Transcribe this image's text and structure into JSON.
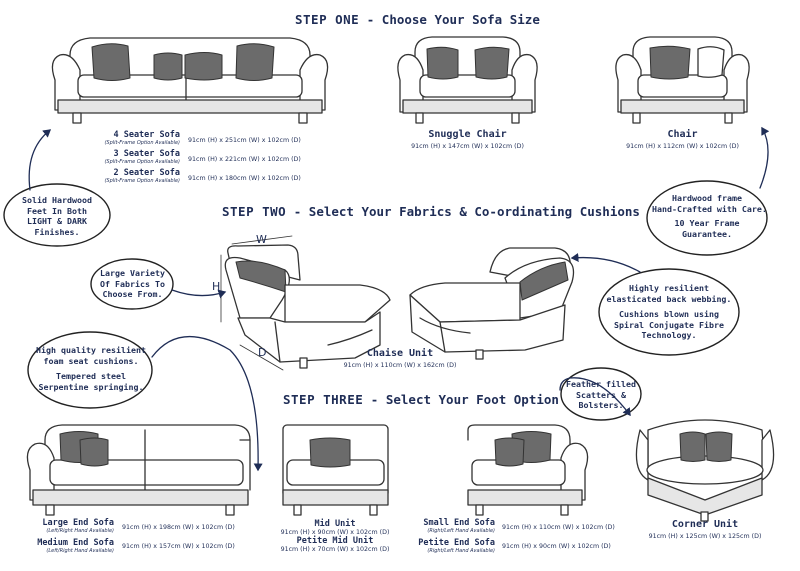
{
  "steps": {
    "one": {
      "label": "STEP ONE",
      "title": "- Choose Your Sofa Size"
    },
    "two": {
      "label": "STEP TWO",
      "title": "- Select Your Fabrics & Co-ordinating Cushions"
    },
    "three": {
      "label": "STEP THREE",
      "title": "- Select Your Foot Option"
    }
  },
  "sofas": {
    "four": {
      "name": "4 Seater Sofa",
      "sub": "(Split-Frame Option Available)",
      "dims": "91cm (H) x 251cm (W) x 102cm (D)"
    },
    "three": {
      "name": "3 Seater Sofa",
      "sub": "(Split-Frame Option Available)",
      "dims": "91cm (H) x 221cm (W) x 102cm (D)"
    },
    "two": {
      "name": "2 Seater Sofa",
      "sub": "(Split-Frame Option Available)",
      "dims": "91cm (H) x 180cm (W) x 102cm (D)"
    },
    "snuggle": {
      "name": "Snuggle Chair",
      "dims": "91cm (H) x 147cm (W) x 102cm (D)"
    },
    "chair": {
      "name": "Chair",
      "dims": "91cm (H) x 112cm (W) x 102cm (D)"
    },
    "chaise": {
      "name": "Chaise Unit",
      "dims": "91cm (H) x 110cm (W) x 162cm (D)"
    },
    "large_end": {
      "name": "Large End Sofa",
      "sub": "(Left/Right Hand Available)",
      "dims": "91cm (H) x 198cm (W) x 102cm (D)"
    },
    "medium_end": {
      "name": "Medium End Sofa",
      "sub": "(Left/Right Hand Available)",
      "dims": "91cm (H) x 157cm (W) x 102cm (D)"
    },
    "mid": {
      "name": "Mid Unit",
      "dims": "91cm (H) x 90cm (W) x 102cm (D)"
    },
    "petite_mid": {
      "name": "Petite Mid Unit",
      "dims": "91cm (H) x 70cm (W) x 102cm (D)"
    },
    "small_end": {
      "name": "Small End Sofa",
      "sub": "(Right/Left Hand Available)",
      "dims": "91cm (H) x 110cm (W) x 102cm (D)"
    },
    "petite_end": {
      "name": "Petite End Sofa",
      "sub": "(Right/Left Hand Available)",
      "dims": "91cm (H) x 90cm (W) x 102cm (D)"
    },
    "corner": {
      "name": "Corner Unit",
      "dims": "91cm (H) x 125cm (W) x 125cm (D)"
    }
  },
  "notes": {
    "feet": [
      "Solid Hardwood",
      "Feet In Both",
      "LIGHT & DARK",
      "Finishes."
    ],
    "frame": [
      "Hardwood frame",
      "Hand-Crafted with Care.",
      "",
      "10 Year Frame",
      "Guarantee."
    ],
    "fabrics": [
      "Large Variety",
      "Of Fabrics To",
      "Choose From."
    ],
    "webbing": [
      "Highly resilient",
      "elasticated back webbing.",
      "",
      "Cushions blown using",
      "Spiral Conjugate Fibre",
      "Technology."
    ],
    "foam": [
      "High quality resilient",
      "foam seat cushions.",
      "",
      "Tempered steel",
      "Serpentine springing."
    ],
    "scatters": [
      "Feather filled",
      "Scatters &",
      "Bolsters."
    ]
  },
  "axes": {
    "w": "W",
    "h": "H",
    "d": "D"
  },
  "colors": {
    "ink": "#1f2d56",
    "line": "#333333",
    "cushion": "#6b6b6b",
    "base": "#e6e6e6"
  }
}
